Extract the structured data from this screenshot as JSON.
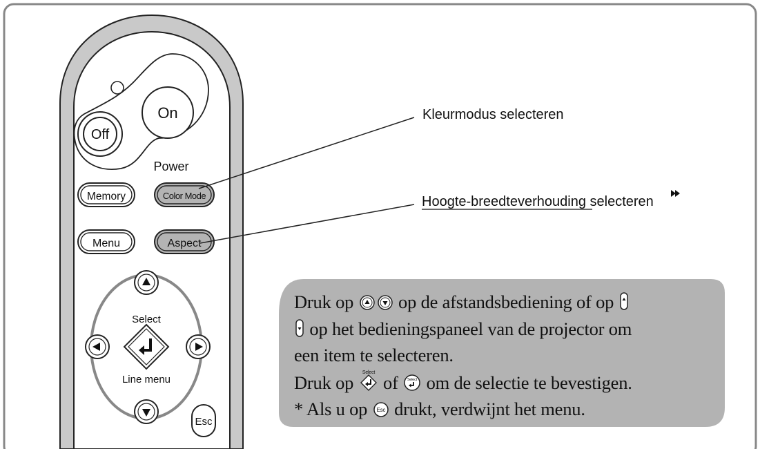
{
  "remote": {
    "buttons": {
      "on": "On",
      "off": "Off",
      "power": "Power",
      "memory": "Memory",
      "color_mode": "Color Mode",
      "menu": "Menu",
      "aspect": "Aspect",
      "select": "Select",
      "line_menu": "Line menu",
      "esc": "Esc"
    }
  },
  "callouts": {
    "color_mode": "Kleurmodus selecteren",
    "aspect_link": "Hoogte-breedteverhouding",
    "aspect_rest": " selecteren"
  },
  "note": {
    "l1_a": "Druk op ",
    "l1_b": " op de afstandsbediening of op ",
    "l2": " op het bedieningspaneel van de projector om",
    "l3": "een item te selecteren.",
    "l4_a": "Druk op ",
    "l4_b": " of ",
    "l4_c": " om de selectie te bevestigen.",
    "l5_a": "* Als u op ",
    "l5_b": " drukt, verdwijnt het menu."
  },
  "colors": {
    "frame": "#888888",
    "note_bg": "#b3b3b3",
    "remote_rim": "#c8c8c8",
    "highlight_button": "#b4b4b4"
  }
}
